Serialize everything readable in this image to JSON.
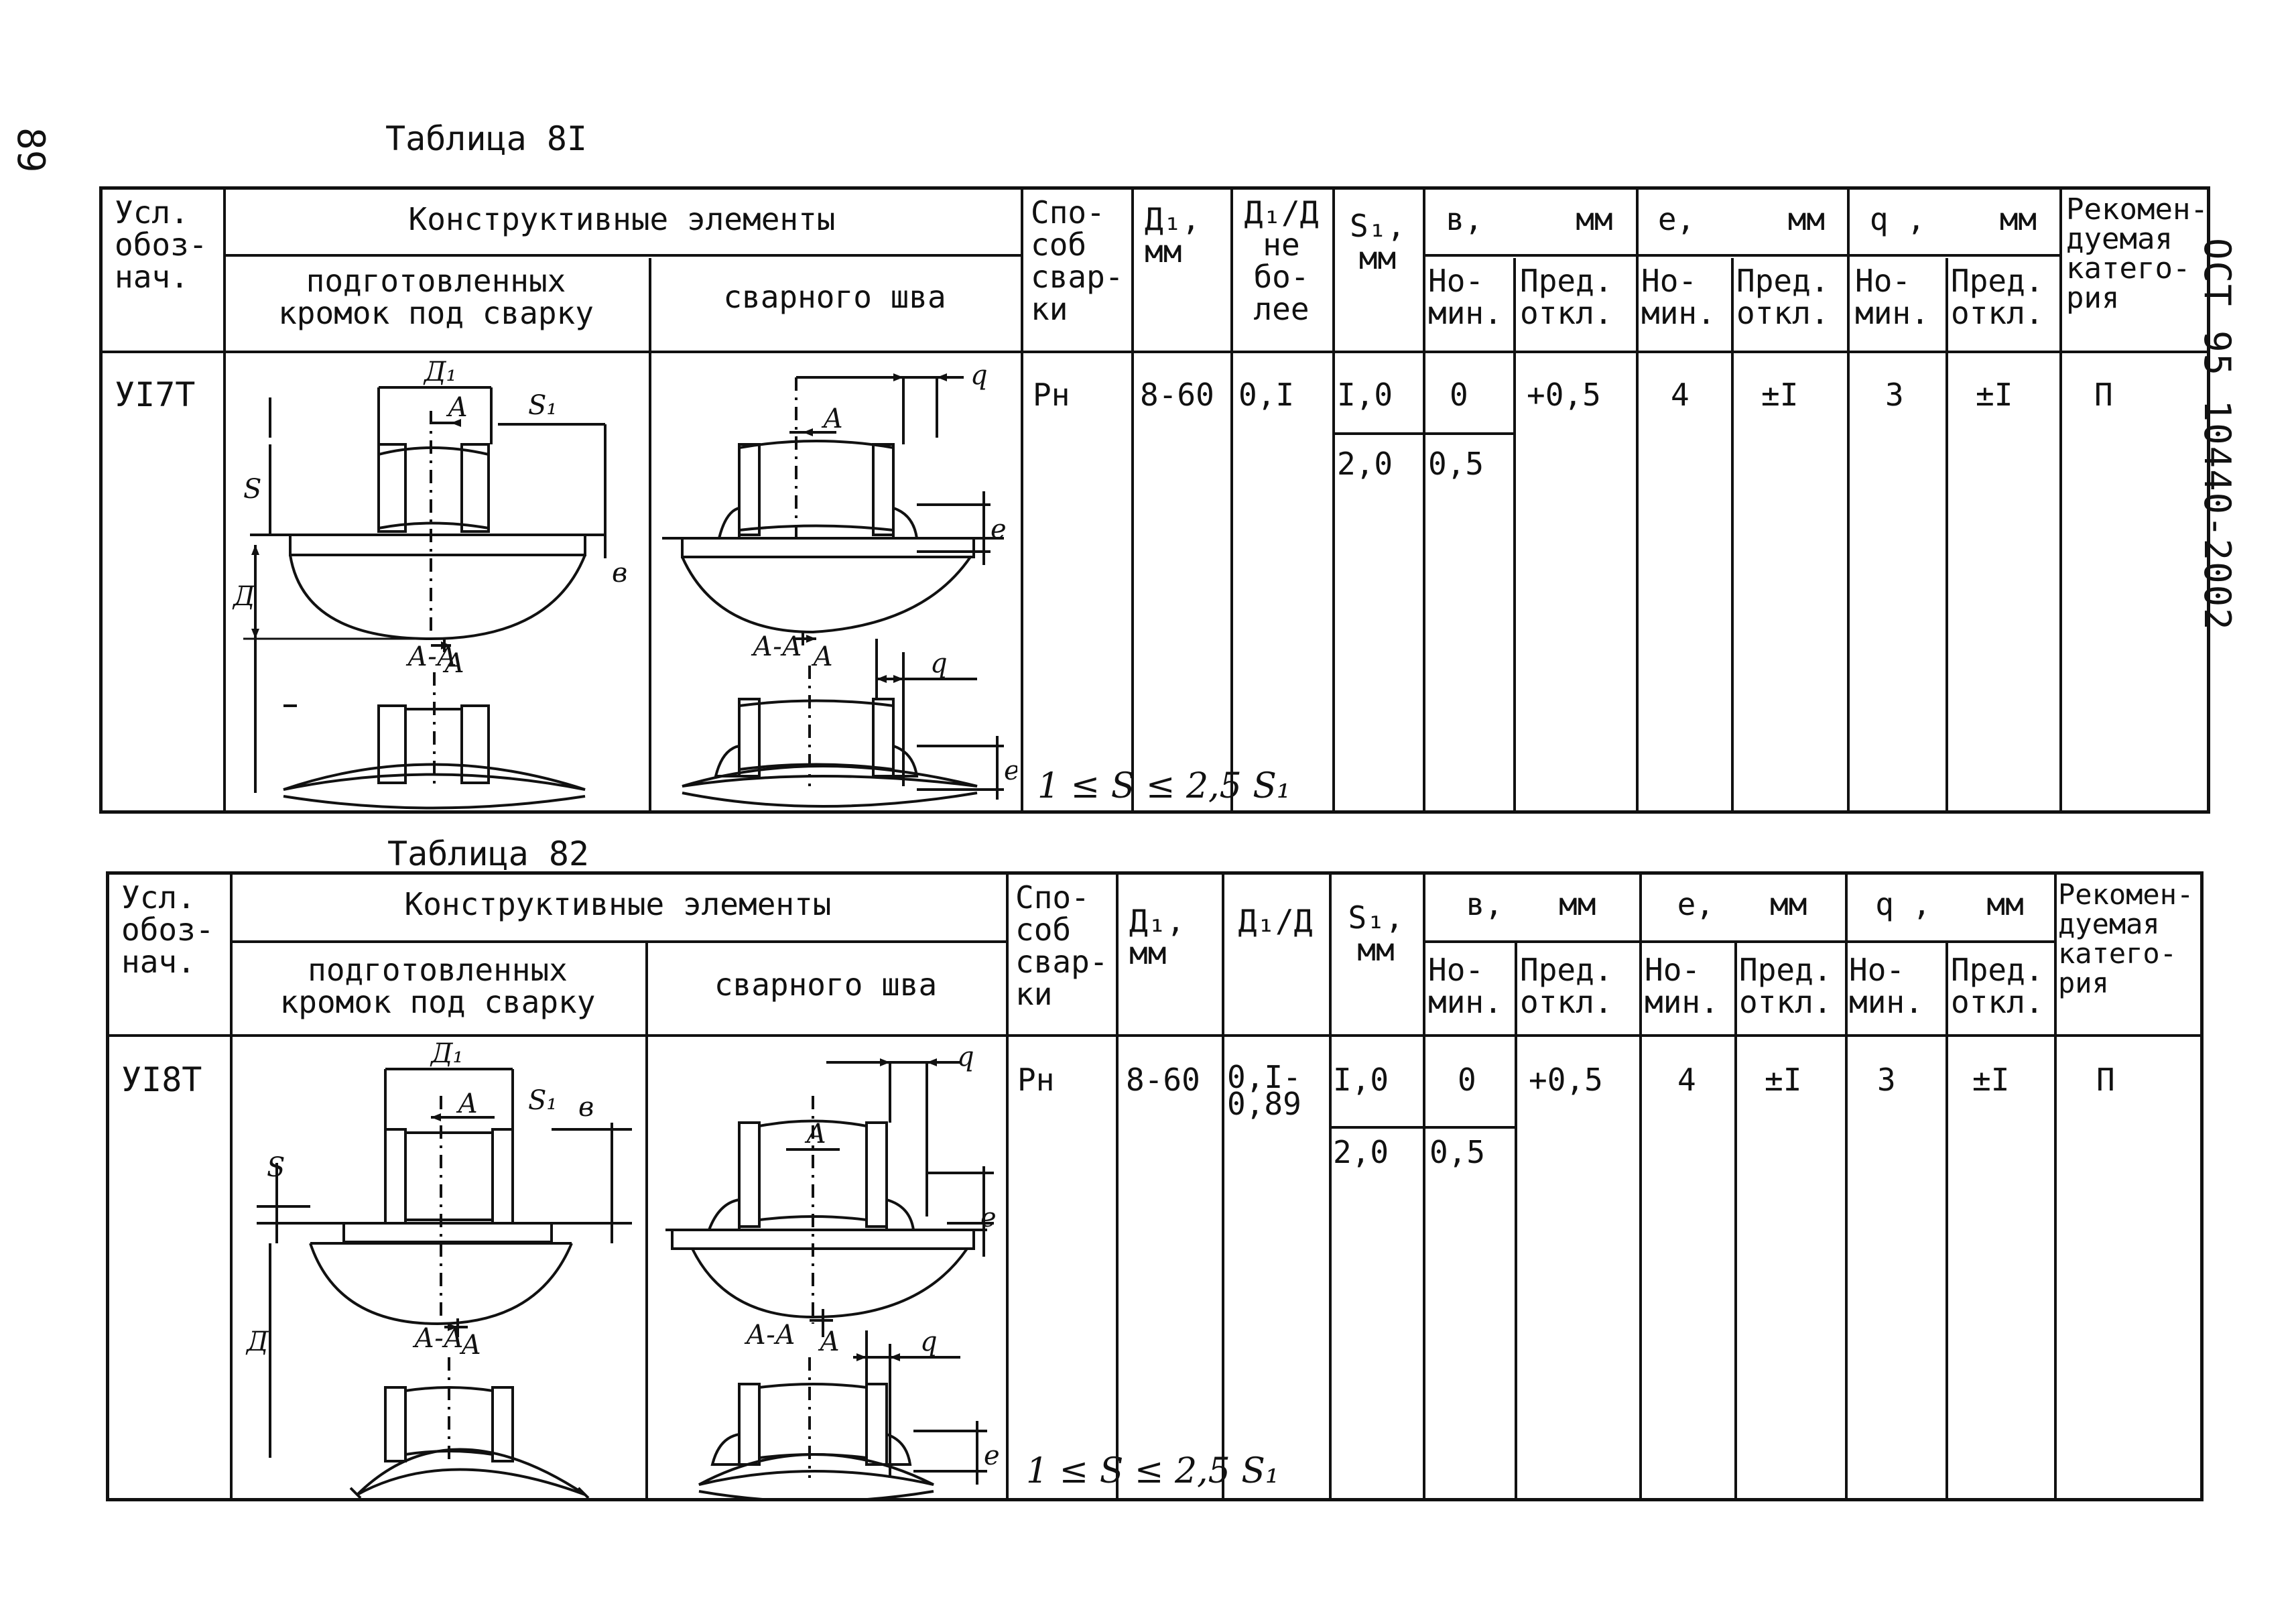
{
  "page": {
    "page_number": "89",
    "side_code": "ОСТ 95 10440-2002"
  },
  "tables": [
    {
      "caption": "Таблица 8I",
      "headers": {
        "designation": "Усл.\nобоз-\nнач.",
        "elements": "Конструктивные элементы",
        "prepared_edges": "подготовленных\nкромок под сварку",
        "weld": "сварного шва",
        "method": "Спо-\nсоб\nсвар-\nки",
        "d1": "Д₁,\nмм",
        "ratio": "Д₁/Д\nне\nбо-\nлее",
        "s1": "S₁,\nмм",
        "b": "в,     мм",
        "e": "е,     мм",
        "q": "q ,    мм",
        "category": "Рекомен-\nдуемая\nкатего-\nрия",
        "nom": "Но-\nмин.",
        "dev": "Пред.\nоткл."
      },
      "row": {
        "designation": "УI7Т",
        "method": "Рн",
        "d1": "8-60",
        "ratio": "0,I",
        "s1_a": "I,0",
        "s1_b": "2,0",
        "b_nom_a": "0",
        "b_nom_b": "0,5",
        "b_dev": "+0,5",
        "e_nom": "4",
        "e_dev": "±I",
        "q_nom": "3",
        "q_dev": "±I",
        "category": "П"
      },
      "sketch_labels": {
        "d1": "Д₁",
        "s1": "S₁",
        "s": "S",
        "d": "Д",
        "a": "А",
        "b": "в",
        "section": "А-А",
        "q": "q",
        "e": "е"
      },
      "inequality": "1 ≤ S ≤ 2,5 S₁"
    },
    {
      "caption": "Таблица 82",
      "headers": {
        "designation": "Усл.\nобоз-\nнач.",
        "elements": "Конструктивные элементы",
        "prepared_edges": "подготовленных\nкромок под сварку",
        "weld": "сварного шва",
        "method": "Спо-\nсоб\nсвар-\nки",
        "d1": "Д₁,\nмм",
        "ratio": "Д₁/Д",
        "s1": "S₁,\nмм",
        "b": "в,   мм",
        "e": "е,   мм",
        "q": "q ,   мм",
        "category": "Рекомен-\nдуемая\nкатего-\nрия",
        "nom": "Но-\nмин.",
        "dev": "Пред.\nоткл."
      },
      "row": {
        "designation": "УI8Т",
        "method": "Рн",
        "d1": "8-60",
        "ratio": "0,I-\n0,89",
        "s1_a": "I,0",
        "s1_b": "2,0",
        "b_nom_a": "0",
        "b_nom_b": "0,5",
        "b_dev": "+0,5",
        "e_nom": "4",
        "e_dev": "±I",
        "q_nom": "3",
        "q_dev": "±I",
        "category": "П"
      },
      "sketch_labels": {
        "d1": "Д₁",
        "s1": "S₁",
        "s": "S",
        "d": "Д",
        "a": "А",
        "b": "в",
        "section": "А-А",
        "q": "q",
        "e": "е"
      },
      "inequality": "1 ≤ S ≤ 2,5 S₁"
    }
  ]
}
